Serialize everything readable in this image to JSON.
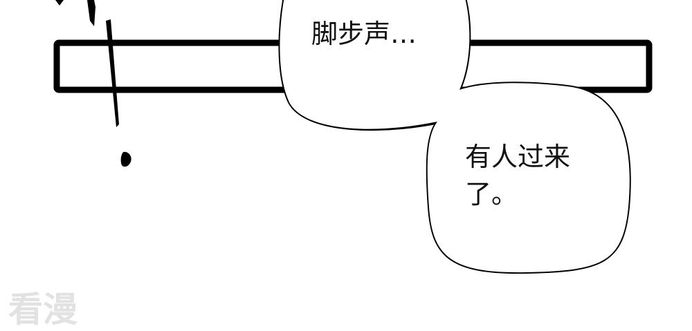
{
  "bubbles": [
    {
      "text": "脚步声…"
    },
    {
      "text": "有人过来了。"
    }
  ],
  "watermark": "看漫",
  "colors": {
    "ink": "#000000",
    "paper": "#ffffff",
    "watermark": "#e2e2e2"
  }
}
